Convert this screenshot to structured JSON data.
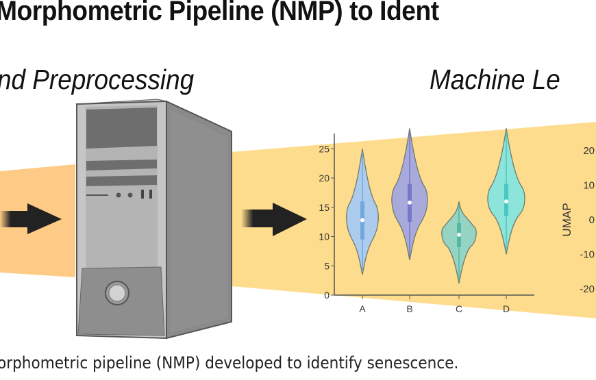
{
  "header": {
    "title": "Morphometric Pipeline (NMP) to Ident",
    "stage_left_label": "nd Preprocessing",
    "stage_right_label": "Machine Le"
  },
  "caption": "orphometric pipeline (NMP) developed to identify senescence.",
  "icons": {
    "arrow_left": "right-arrow-icon",
    "arrow_middle": "right-arrow-icon",
    "computer": "computer-tower-icon"
  },
  "colors": {
    "band_left": "#fdcb86",
    "band_right": "#fddc8d",
    "arrow": "#222222",
    "tower_light": "#b7b7b7",
    "tower_dark": "#6d6d6d",
    "tower_side": "#8a8a8a"
  },
  "chart_data": [
    {
      "type": "violin",
      "title": "",
      "xlabel": "",
      "ylabel": "",
      "categories": [
        "A",
        "B",
        "C",
        "D"
      ],
      "ylim": [
        0,
        27
      ],
      "yticks": [
        "0",
        "5",
        "10",
        "15",
        "20",
        "25"
      ],
      "series": [
        {
          "name": "A",
          "min": 3.5,
          "q1": 9.5,
          "median": 12.8,
          "q3": 16,
          "max": 25,
          "color": "#a9c9f2",
          "box_color": "#6fa9e0"
        },
        {
          "name": "B",
          "min": 6,
          "q1": 12.5,
          "median": 15.8,
          "q3": 19,
          "max": 28.5,
          "color": "#a3a6e0",
          "box_color": "#7579c9"
        },
        {
          "name": "C",
          "min": 2,
          "q1": 8.2,
          "median": 10.3,
          "q3": 12.3,
          "max": 16,
          "color": "#8fd3c6",
          "box_color": "#55b8a6"
        },
        {
          "name": "D",
          "min": 7,
          "q1": 13.5,
          "median": 16,
          "q3": 19,
          "max": 28.5,
          "color": "#86e4df",
          "box_color": "#49c7c0"
        }
      ]
    },
    {
      "type": "scatter",
      "title": "",
      "ylabel": "UMAP",
      "yticks": [
        "20",
        "10",
        "0",
        "-10",
        "-20"
      ],
      "ylim": [
        -20,
        20
      ]
    }
  ]
}
